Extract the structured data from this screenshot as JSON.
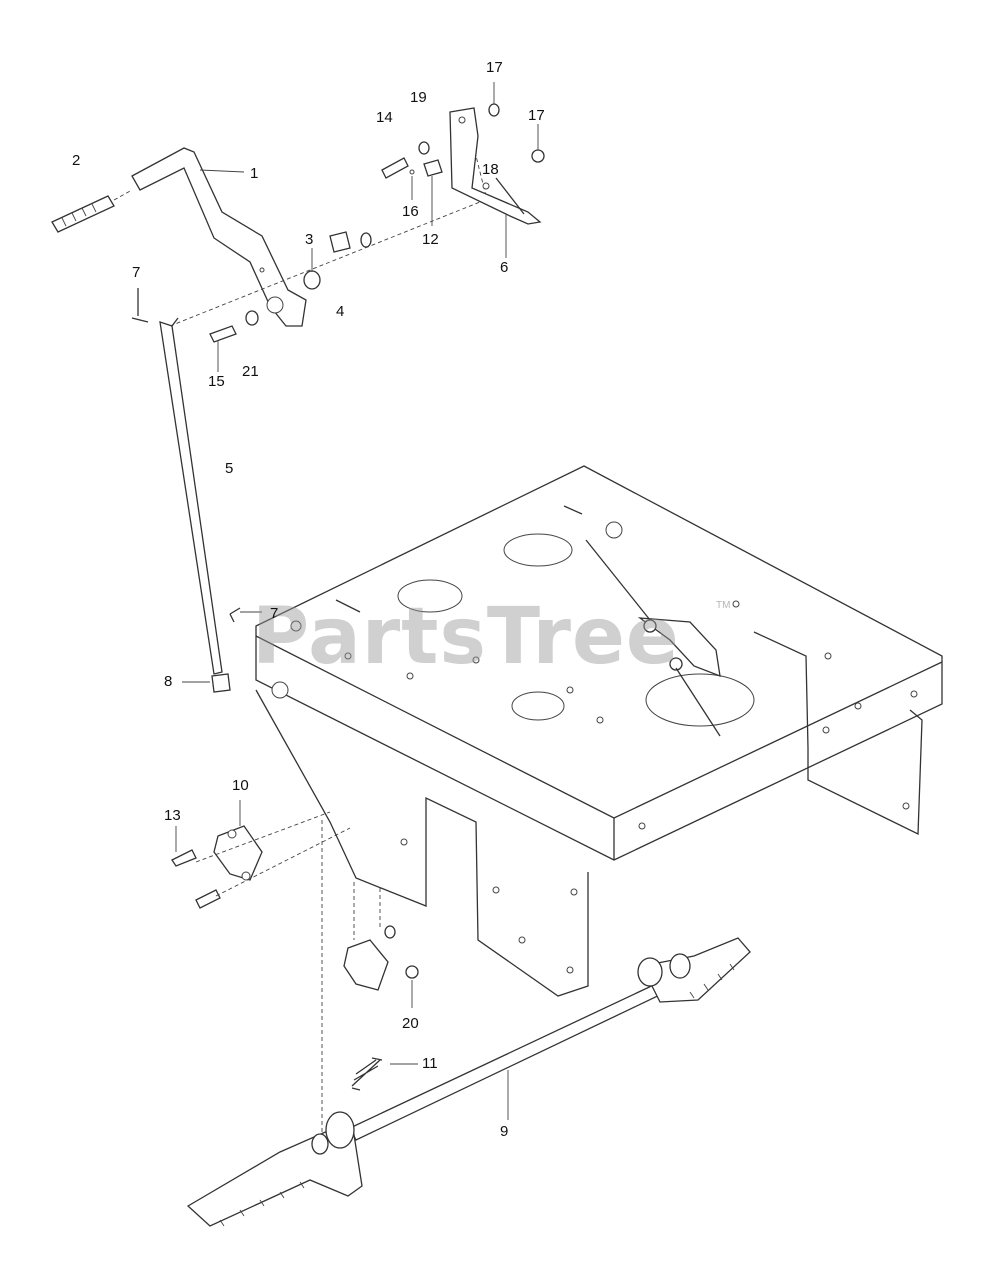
{
  "diagram": {
    "labels": [
      {
        "id": "1",
        "text": "1"
      },
      {
        "id": "2",
        "text": "2"
      },
      {
        "id": "3",
        "text": "3"
      },
      {
        "id": "4",
        "text": "4"
      },
      {
        "id": "5",
        "text": "5"
      },
      {
        "id": "6",
        "text": "6"
      },
      {
        "id": "7a",
        "text": "7"
      },
      {
        "id": "7b",
        "text": "7"
      },
      {
        "id": "8",
        "text": "8"
      },
      {
        "id": "9",
        "text": "9"
      },
      {
        "id": "10",
        "text": "10"
      },
      {
        "id": "11",
        "text": "11"
      },
      {
        "id": "12",
        "text": "12"
      },
      {
        "id": "13",
        "text": "13"
      },
      {
        "id": "14",
        "text": "14"
      },
      {
        "id": "15",
        "text": "15"
      },
      {
        "id": "16",
        "text": "16"
      },
      {
        "id": "17a",
        "text": "17"
      },
      {
        "id": "17b",
        "text": "17"
      },
      {
        "id": "18",
        "text": "18"
      },
      {
        "id": "19",
        "text": "19"
      },
      {
        "id": "20",
        "text": "20"
      },
      {
        "id": "21",
        "text": "21"
      }
    ]
  },
  "watermark": {
    "text": "PartsTree",
    "tm": "TM"
  }
}
